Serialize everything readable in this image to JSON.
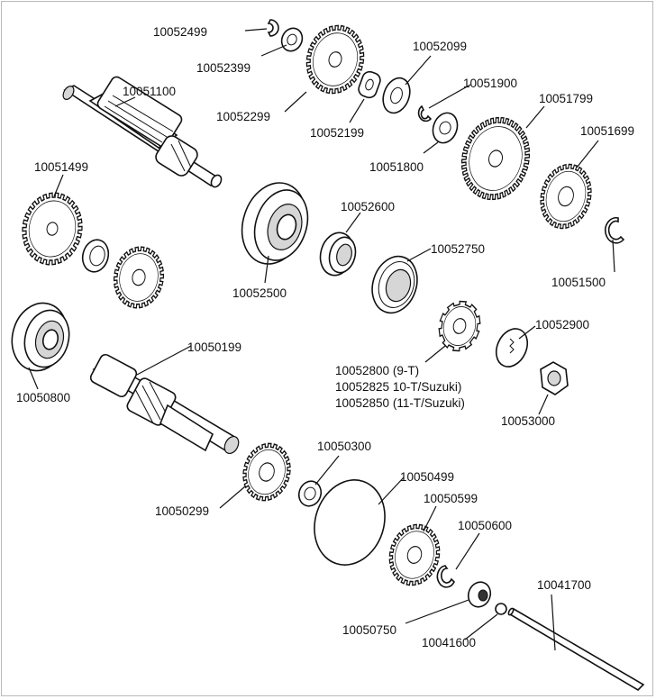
{
  "title": "",
  "parts": [
    {
      "id": "p10052499",
      "number": "10052499",
      "desc": ""
    },
    {
      "id": "p10052399",
      "number": "10052399",
      "desc": ""
    },
    {
      "id": "p10052299",
      "number": "10052299",
      "desc": ""
    },
    {
      "id": "p10052099",
      "number": "10052099",
      "desc": ""
    },
    {
      "id": "p10052199",
      "number": "10052199",
      "desc": ""
    },
    {
      "id": "p10051900",
      "number": "10051900",
      "desc": ""
    },
    {
      "id": "p10051800",
      "number": "10051800",
      "desc": ""
    },
    {
      "id": "p10051799",
      "number": "10051799",
      "desc": ""
    },
    {
      "id": "p10051699",
      "number": "10051699",
      "desc": ""
    },
    {
      "id": "p10051100",
      "number": "10051100",
      "desc": ""
    },
    {
      "id": "p10051499",
      "number": "10051499",
      "desc": ""
    },
    {
      "id": "p10052600",
      "number": "10052600",
      "desc": ""
    },
    {
      "id": "p10052500",
      "number": "10052500",
      "desc": ""
    },
    {
      "id": "p10052750",
      "number": "10052750",
      "desc": ""
    },
    {
      "id": "p10051500",
      "number": "10051500",
      "desc": ""
    },
    {
      "id": "p10050199",
      "number": "10050199",
      "desc": ""
    },
    {
      "id": "p10052900",
      "number": "10052900",
      "desc": ""
    },
    {
      "id": "p10050800",
      "number": "10050800",
      "desc": ""
    },
    {
      "id": "p10052800",
      "number": "10052800",
      "desc": "(9-T)"
    },
    {
      "id": "p10052825",
      "number": "10052825",
      "desc": "10-T/Suzuki)"
    },
    {
      "id": "p10052850",
      "number": "10052850",
      "desc": "(11-T/Suzuki)"
    },
    {
      "id": "p10053000",
      "number": "10053000",
      "desc": ""
    },
    {
      "id": "p10050300",
      "number": "10050300",
      "desc": ""
    },
    {
      "id": "p10050499",
      "number": "10050499",
      "desc": ""
    },
    {
      "id": "p10050299",
      "number": "10050299",
      "desc": ""
    },
    {
      "id": "p10050599",
      "number": "10050599",
      "desc": ""
    },
    {
      "id": "p10050600",
      "number": "10050600",
      "desc": ""
    },
    {
      "id": "p10041700",
      "number": "10041700",
      "desc": ""
    },
    {
      "id": "p10050750",
      "number": "10050750",
      "desc": ""
    },
    {
      "id": "p10041600",
      "number": "10041600",
      "desc": ""
    }
  ]
}
